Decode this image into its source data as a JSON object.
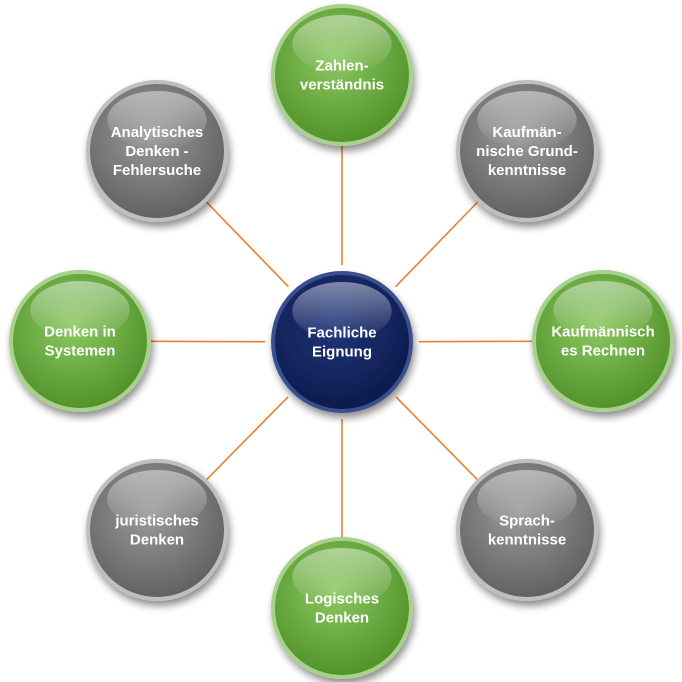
{
  "center": {
    "lines": [
      "Fachliche",
      "Eignung"
    ],
    "color": "navy"
  },
  "nodes": [
    {
      "id": "zahlenverstaendnis",
      "lines": [
        "Zahlen-",
        "verständnis"
      ],
      "color": "green"
    },
    {
      "id": "kaufmaennische-grundkenntnisse",
      "lines": [
        "Kaufmän-",
        "nische Grund-",
        "kenntnisse"
      ],
      "color": "gray"
    },
    {
      "id": "kaufmaennisches-rechnen",
      "lines": [
        "Kaufmännisch",
        "es Rechnen"
      ],
      "color": "green"
    },
    {
      "id": "sprachkenntnisse",
      "lines": [
        "Sprach-",
        "kenntnisse"
      ],
      "color": "gray"
    },
    {
      "id": "logisches-denken",
      "lines": [
        "Logisches",
        "Denken"
      ],
      "color": "green"
    },
    {
      "id": "juristisches-denken",
      "lines": [
        "juristisches",
        "Denken"
      ],
      "color": "gray"
    },
    {
      "id": "denken-in-systemen",
      "lines": [
        "Denken in",
        "Systemen"
      ],
      "color": "green"
    },
    {
      "id": "analytisches-denken",
      "lines": [
        "Analytisches",
        "Denken -",
        "Fehlersuche"
      ],
      "color": "gray"
    }
  ],
  "colors": {
    "connector": "#ED7D31",
    "green_light": "#8CC862",
    "green_dark": "#4E8F26",
    "green_edge": "#A9D18E",
    "gray_light": "#9A9A9A",
    "gray_dark": "#5E5E5E",
    "gray_edge": "#BFBFBF",
    "navy_light": "#20357A",
    "navy_dark": "#0B1A4A",
    "navy_edge": "#3A4F8F"
  }
}
